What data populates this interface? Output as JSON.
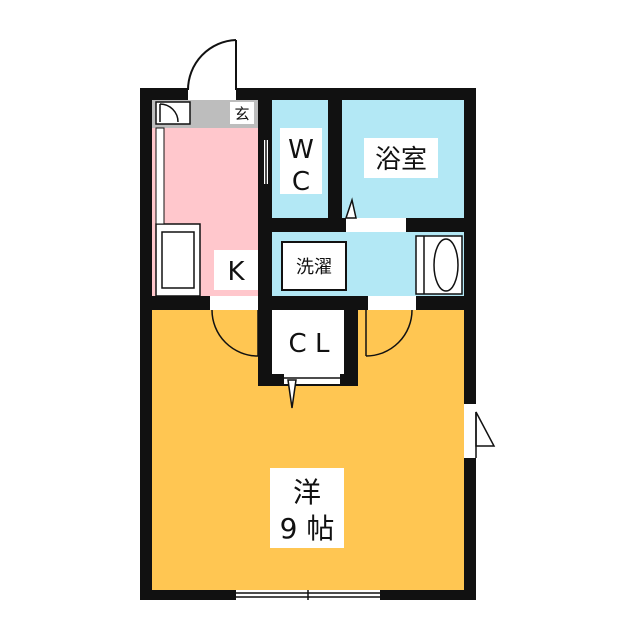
{
  "floorplan": {
    "rooms": {
      "entrance": {
        "label": "玄"
      },
      "kitchen": {
        "label": "K"
      },
      "toilet": {
        "label_line1": "W",
        "label_line2": "C"
      },
      "bathroom": {
        "label": "浴室"
      },
      "laundry": {
        "label": "洗濯"
      },
      "closet": {
        "label": "C L"
      },
      "western_room": {
        "label_line1": "洋",
        "label_line2": "9 帖"
      }
    },
    "colors": {
      "kitchen": "#FFC7CC",
      "wet_areas": "#B3E8F5",
      "western_room": "#FFC652",
      "entrance": "#BDBDBD",
      "walls": "#111111",
      "closet": "#FFFFFF"
    }
  }
}
